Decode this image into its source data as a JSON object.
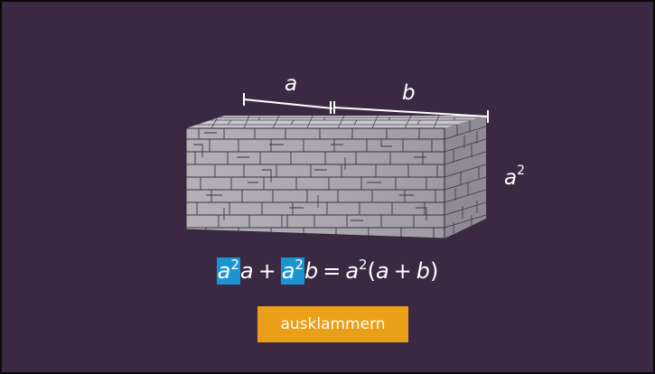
{
  "dimensions": {
    "width_label": "a",
    "length_label": "b",
    "height_label": "a",
    "height_exponent": "2"
  },
  "formula": {
    "term1_highlight_base": "a",
    "term1_highlight_exp": "2",
    "term1_rest": "a",
    "plus_1": "+",
    "term2_highlight_base": "a",
    "term2_highlight_exp": "2",
    "term2_rest": "b",
    "equals": "=",
    "rhs_base": "a",
    "rhs_exp": "2",
    "open_paren": "(",
    "rhs_a": "a",
    "plus_2": "+",
    "rhs_b": "b",
    "close_paren": ")"
  },
  "action_button": {
    "label": "ausklammern"
  },
  "colors": {
    "background": "#3b2944",
    "highlight": "#1a94d2",
    "button": "#e99f17",
    "stone_front": "#a9a5ad",
    "stone_top": "#c9c6cc",
    "stone_lines": "#3a3540"
  }
}
